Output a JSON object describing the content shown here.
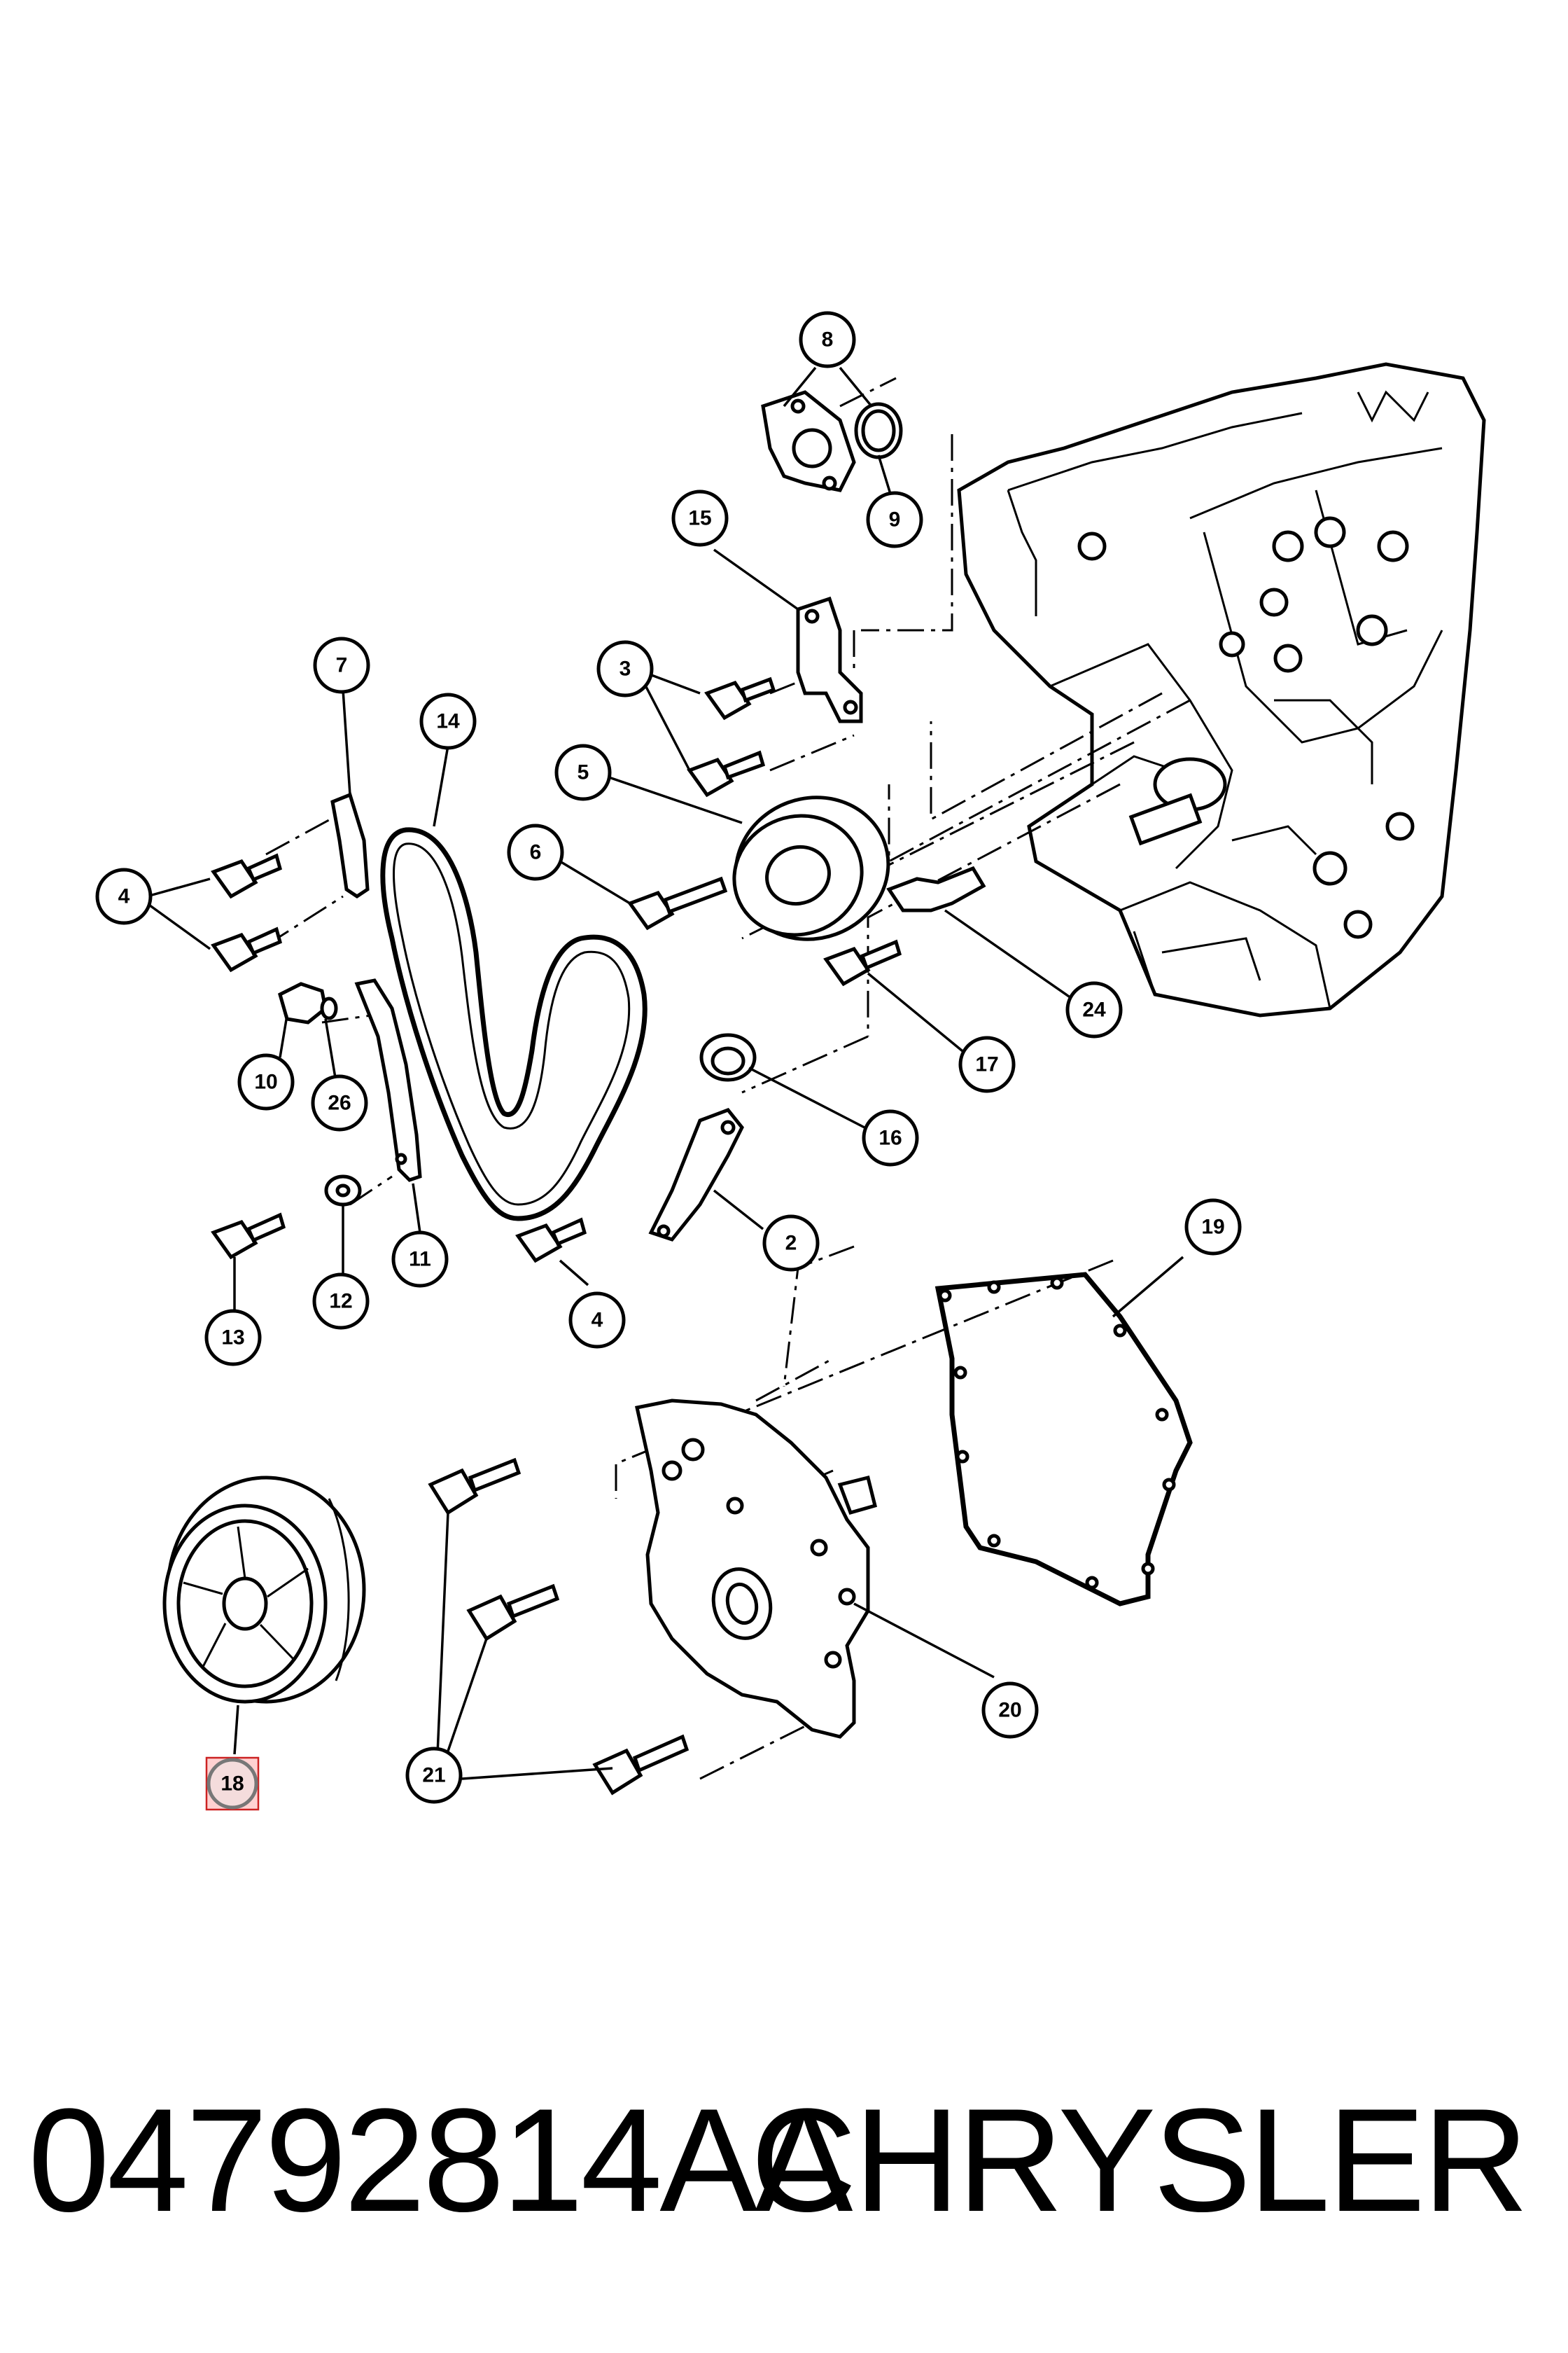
{
  "diagram": {
    "callouts": [
      {
        "id": "c8",
        "label": "8"
      },
      {
        "id": "c9",
        "label": "9"
      },
      {
        "id": "c15",
        "label": "15"
      },
      {
        "id": "c7",
        "label": "7"
      },
      {
        "id": "c14",
        "label": "14"
      },
      {
        "id": "c3",
        "label": "3"
      },
      {
        "id": "c5",
        "label": "5"
      },
      {
        "id": "c6",
        "label": "6"
      },
      {
        "id": "c4a",
        "label": "4"
      },
      {
        "id": "c24",
        "label": "24"
      },
      {
        "id": "c10",
        "label": "10"
      },
      {
        "id": "c26",
        "label": "26"
      },
      {
        "id": "c17",
        "label": "17"
      },
      {
        "id": "c16",
        "label": "16"
      },
      {
        "id": "c2",
        "label": "2"
      },
      {
        "id": "c11",
        "label": "11"
      },
      {
        "id": "c12",
        "label": "12"
      },
      {
        "id": "c13",
        "label": "13"
      },
      {
        "id": "c4b",
        "label": "4"
      },
      {
        "id": "c19",
        "label": "19"
      },
      {
        "id": "c20",
        "label": "20"
      },
      {
        "id": "c21",
        "label": "21"
      },
      {
        "id": "c18",
        "label": "18",
        "highlighted": true
      }
    ]
  },
  "footer": {
    "part_number": "04792814AA",
    "brand": "CHRYSLER"
  },
  "colors": {
    "line": "#000000",
    "background": "#ffffff",
    "highlight": "#cc2222"
  }
}
